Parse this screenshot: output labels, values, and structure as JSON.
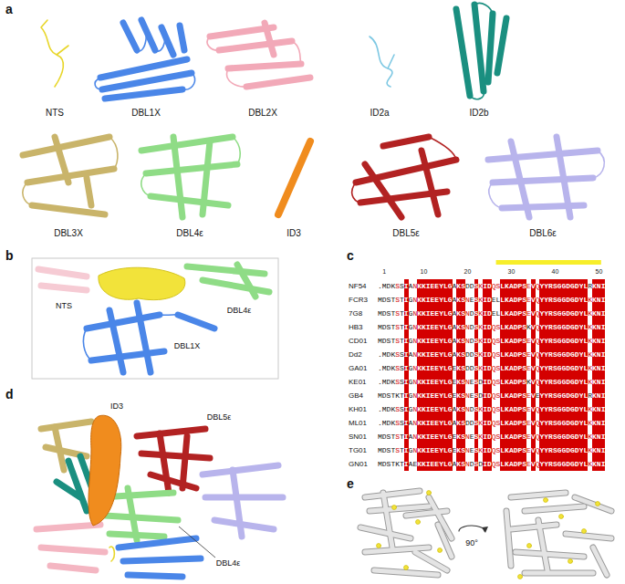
{
  "diagram": {
    "labels": [
      "a",
      "NTS",
      "DBL1X",
      "DBL2X",
      "ID2a",
      "ID2b",
      "DBL3X",
      "DBL4ε",
      "ID3",
      "DBL5ε",
      "DBL6ε",
      "b",
      "NTS",
      "DBL4ε",
      "DBL1X",
      "c",
      "1",
      "10",
      "20",
      "30",
      "40",
      "50",
      "NF54",
      ".MDKSSIANKKIEEYLGAKSDDSKIDQSLKADPSEVQYYRSGGDGDYLRKNI",
      "FCR3",
      "MDSTSTIGNKKIEEYLGAKSNESKIDELLKADPSEVQYYRSGGDGDYLKKNI",
      "7G8",
      "MDSTSTIGNKKIEEYLGAKSNDSKIDELLKADPSEVQYYRSGGDGDYLKKNI",
      "HB3",
      "MDSTSTIGNKKIEEYLGAKSNDSKIDQSLKADPSKVQYYRSGGDGDYLKKNI",
      "CD01",
      "MDSTSTIGNKKIEEYLGAKSNDSKIDQSLKADPSEVQYYRSGGDGDYLKKNI",
      "Dd2",
      ".MDKSSIANKKIEEYLGAKSDDSKIDQSLKADPSEVQYYRSGGDGDYLKKNI",
      "GA01",
      ".MDKSSIGNKKIEEYLGEKSDDSKIDQSLKADPSEVQYYRSGGDGDYLKKNI",
      "KE01",
      ".MDKSSIGNKKIEEYLGEKSNESDIDQSLKADPSKVQYYRSGGDGDYLKKNI",
      "GB4",
      "MDSTKTIGNKKIEEYLGEKSNESDIDQSLKADPSEVEYYRSGGDGDYLRKNI",
      "KH01",
      ".MDKSSIGNKKIEEYLGAKSNDSKIDQSLKADPSEVQYYRSGGDGDYLKKNI",
      "ML01",
      ".MDKSSIANKKIEEYLGAKSDDSKIDQSLKADPSEVQYYRSGGDGDYLKKNI",
      "SN01",
      "MDSTSTIANKKIEEYLGEKSNESKIDQSLKADPSEVQYYRSGGDGDYLKKNI",
      "TG01",
      "MDSTSTIGNKKIEEYLGEKSNESKIDQSLKADPSEVQYYRSGGDGDYLKKNI",
      "GN01",
      "MDSTKTIAEKKIEEYLGAKSNDSDIDQSLKADPSEVQYYRSGGDGDYLKKNI",
      "d",
      "ID3",
      "DBL5ε",
      "DBL4ε",
      "e",
      "90°"
    ]
  }
}
